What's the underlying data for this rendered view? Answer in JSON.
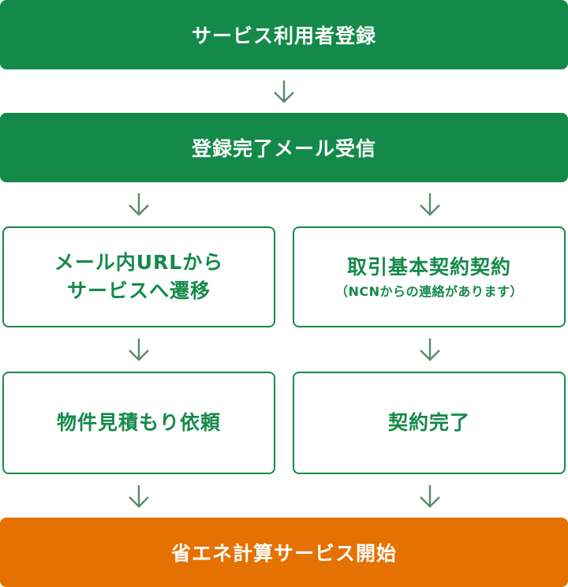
{
  "steps": {
    "registration": "サービス利用者登録",
    "confirmation_mail": "登録完了メール受信",
    "left_branch": {
      "step1_line1": "メール内URLから",
      "step1_line2": "サービスへ遷移",
      "step2": "物件見積もり依頼"
    },
    "right_branch": {
      "step1_title": "取引基本契約契約",
      "step1_note": "（NCNからの連絡があります）",
      "step2": "契約完了"
    },
    "start_service": "省エネ計算サービス開始"
  },
  "colors": {
    "green": "#138a4a",
    "orange": "#e57100",
    "arrow": "#5a8a6e"
  }
}
